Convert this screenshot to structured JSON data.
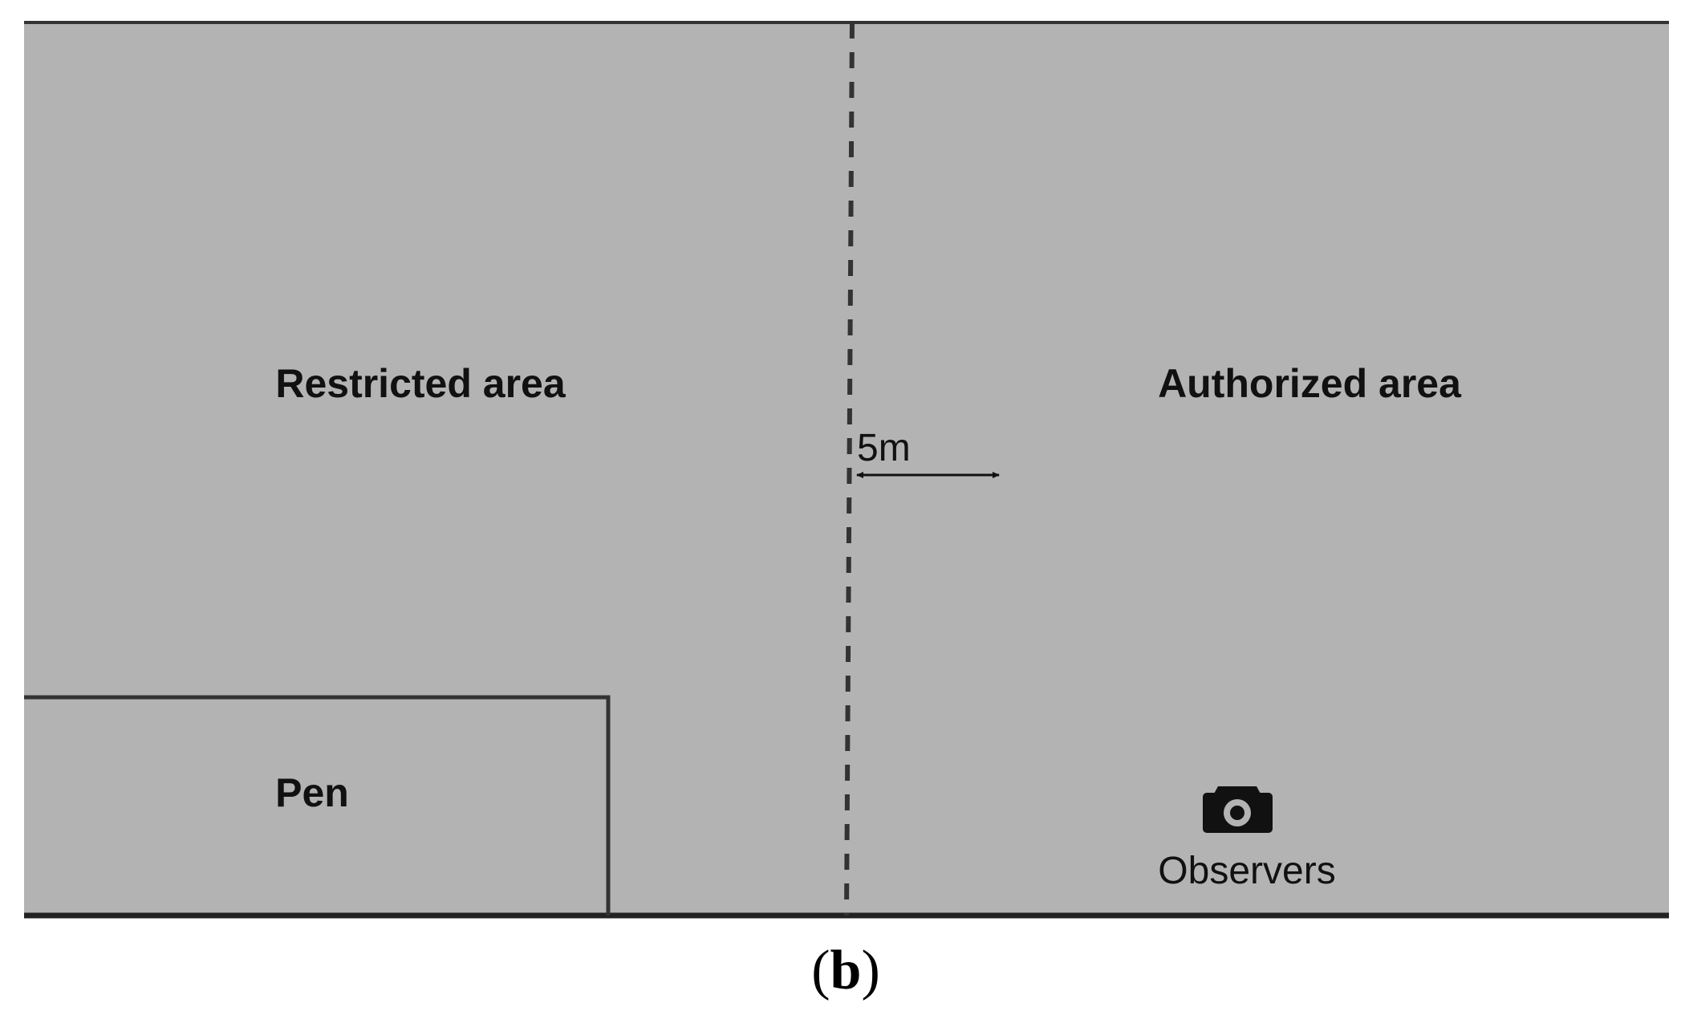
{
  "diagram": {
    "background_color": "#b3b3b3",
    "line_color": "#333333",
    "text_color": "#111111",
    "restricted_label": "Restricted area",
    "authorized_label": "Authorized area",
    "distance_label": "5m",
    "pen_label": "Pen",
    "observers_label": "Observers",
    "observers_icon": "camera-icon",
    "caption_open": "(",
    "caption_letter": "b",
    "caption_close": ")"
  }
}
